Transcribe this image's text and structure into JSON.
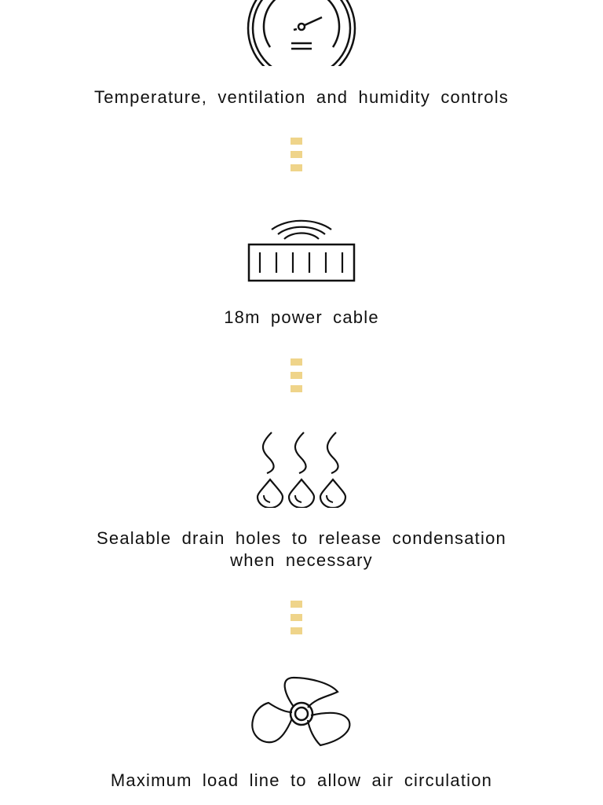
{
  "colors": {
    "connector": "#efd48a",
    "line": "#111111"
  },
  "features": [
    {
      "icon": "gauge-icon",
      "caption_lines": [
        "Temperature, ventilation and humidity controls"
      ]
    },
    {
      "icon": "connected-container-icon",
      "caption_lines": [
        "18m power cable"
      ]
    },
    {
      "icon": "steam-drops-icon",
      "caption_lines": [
        "Sealable drain holes to release condensation",
        "when necessary"
      ]
    },
    {
      "icon": "fan-icon",
      "caption_lines": [
        "Maximum load line to allow air circulation"
      ]
    }
  ]
}
